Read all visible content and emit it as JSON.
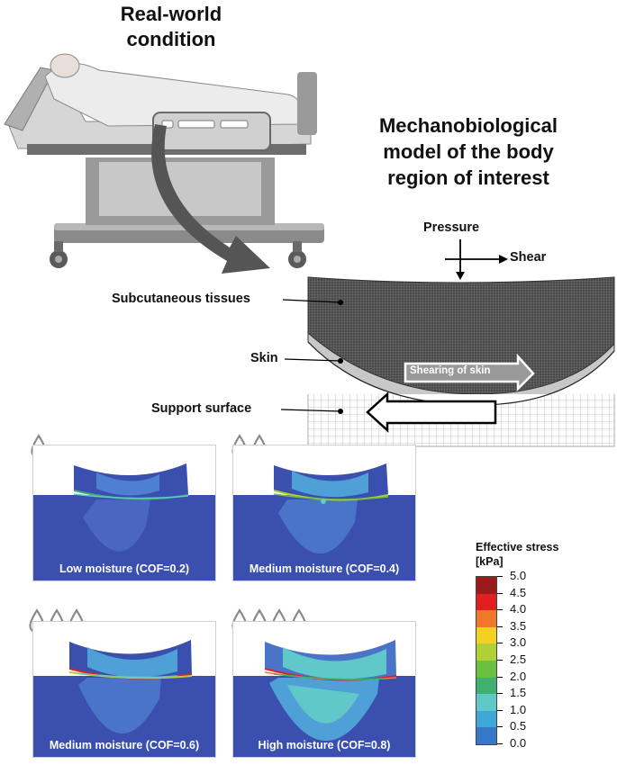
{
  "titles": {
    "real_world_line1": "Real-world",
    "real_world_line2": "condition",
    "model_line1": "Mechanobiological",
    "model_line2": "model of the body",
    "model_line3": "region of interest"
  },
  "model_labels": {
    "pressure": "Pressure",
    "shear": "Shear",
    "subcutaneous": "Subcutaneous tissues",
    "skin": "Skin",
    "support_surface": "Support surface",
    "shearing_of_skin": "Shearing of skin"
  },
  "panels": [
    {
      "caption": "Low moisture (COF=0.2)",
      "drops": 1
    },
    {
      "caption": "Medium moisture (COF=0.4)",
      "drops": 2
    },
    {
      "caption": "Medium moisture (COF=0.6)",
      "drops": 3
    },
    {
      "caption": "High moisture (COF=0.8)",
      "drops": 4
    }
  ],
  "legend": {
    "title_line1": "Effective stress",
    "title_line2": "[kPa]",
    "ticks": [
      "5.0",
      "4.5",
      "4.0",
      "3.5",
      "3.0",
      "2.5",
      "2.0",
      "1.5",
      "1.0",
      "0.5",
      "0.0"
    ],
    "colors": [
      "#9b1b1b",
      "#e02020",
      "#f07828",
      "#f5d020",
      "#b0d038",
      "#6cc040",
      "#40b070",
      "#60c8c8",
      "#40a8d8",
      "#3878c8",
      "#3a4fae"
    ]
  },
  "colors": {
    "water_drop_outline": "#888888",
    "tissue_mesh": "#555555",
    "base_blue": "#3a4fae"
  }
}
